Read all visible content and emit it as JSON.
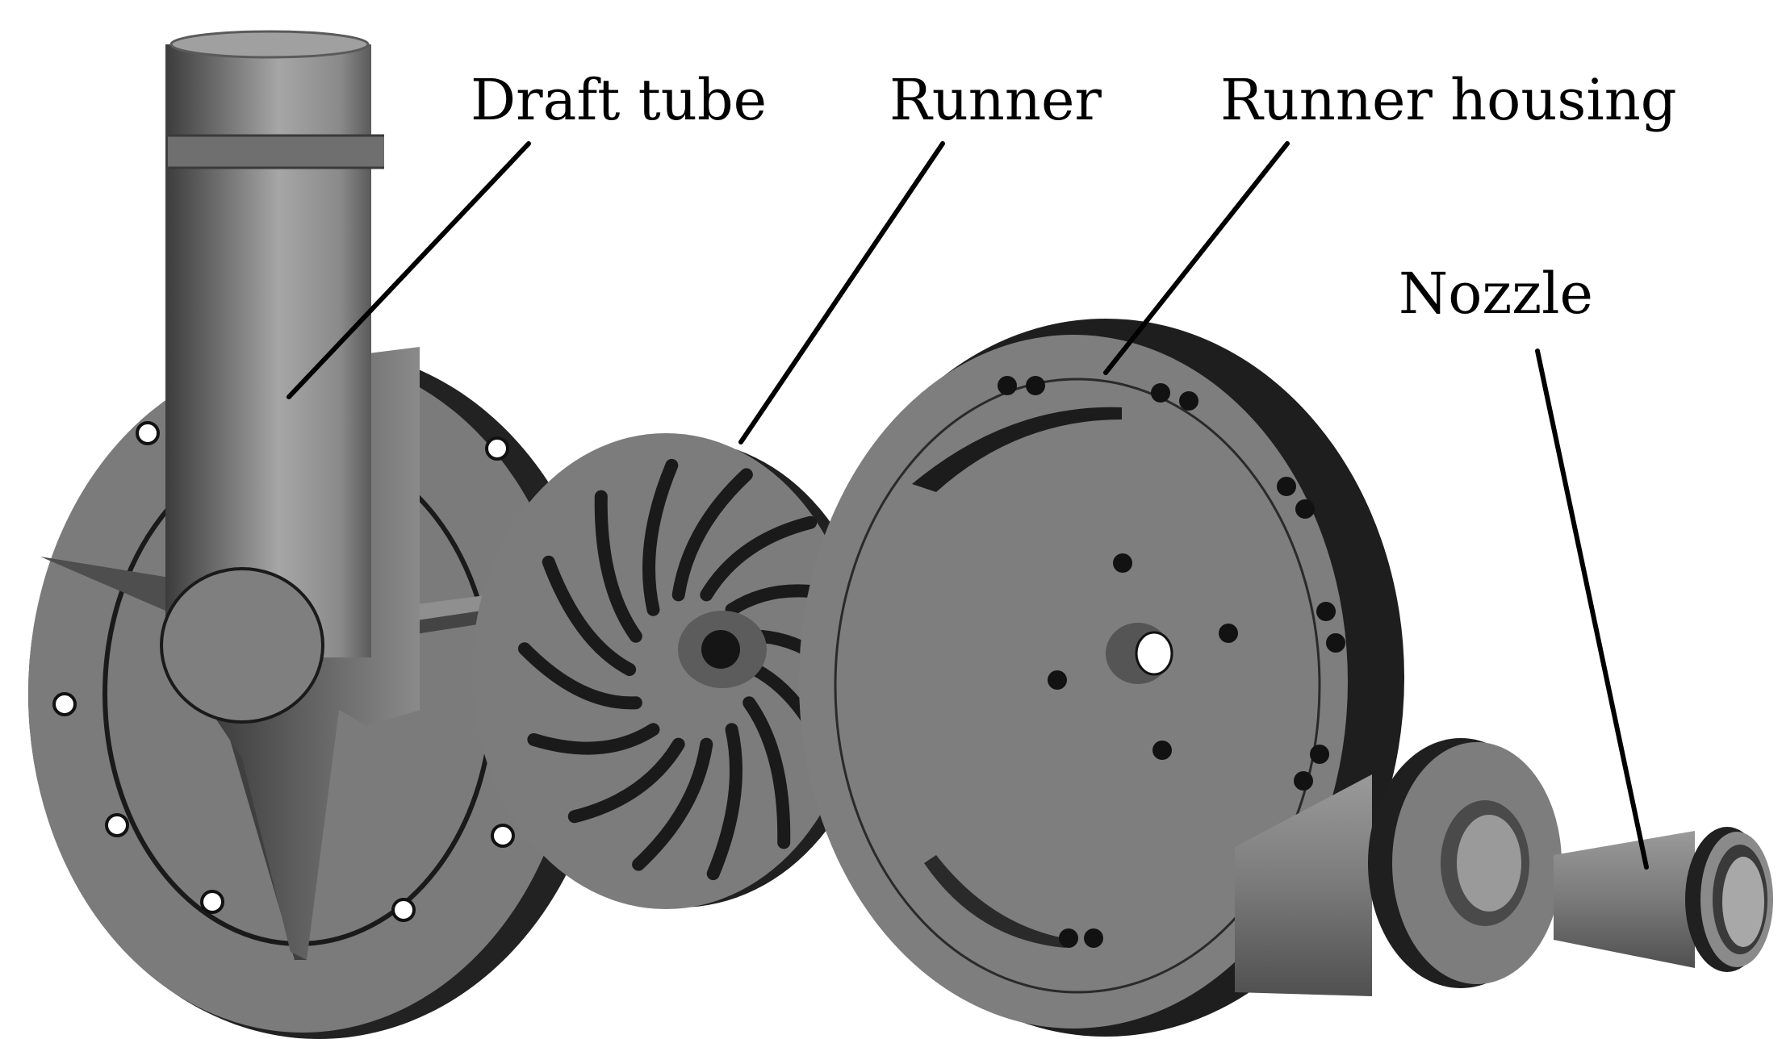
{
  "labels": {
    "draft_tube": "Draft tube",
    "runner": "Runner",
    "runner_housing": "Runner housing",
    "nozzle": "Nozzle"
  },
  "colors": {
    "background": "#ffffff",
    "part_gray": "#808080",
    "part_dark": "#3a3a3a",
    "part_shadow": "#1c1c1c",
    "label_text": "#000000"
  }
}
